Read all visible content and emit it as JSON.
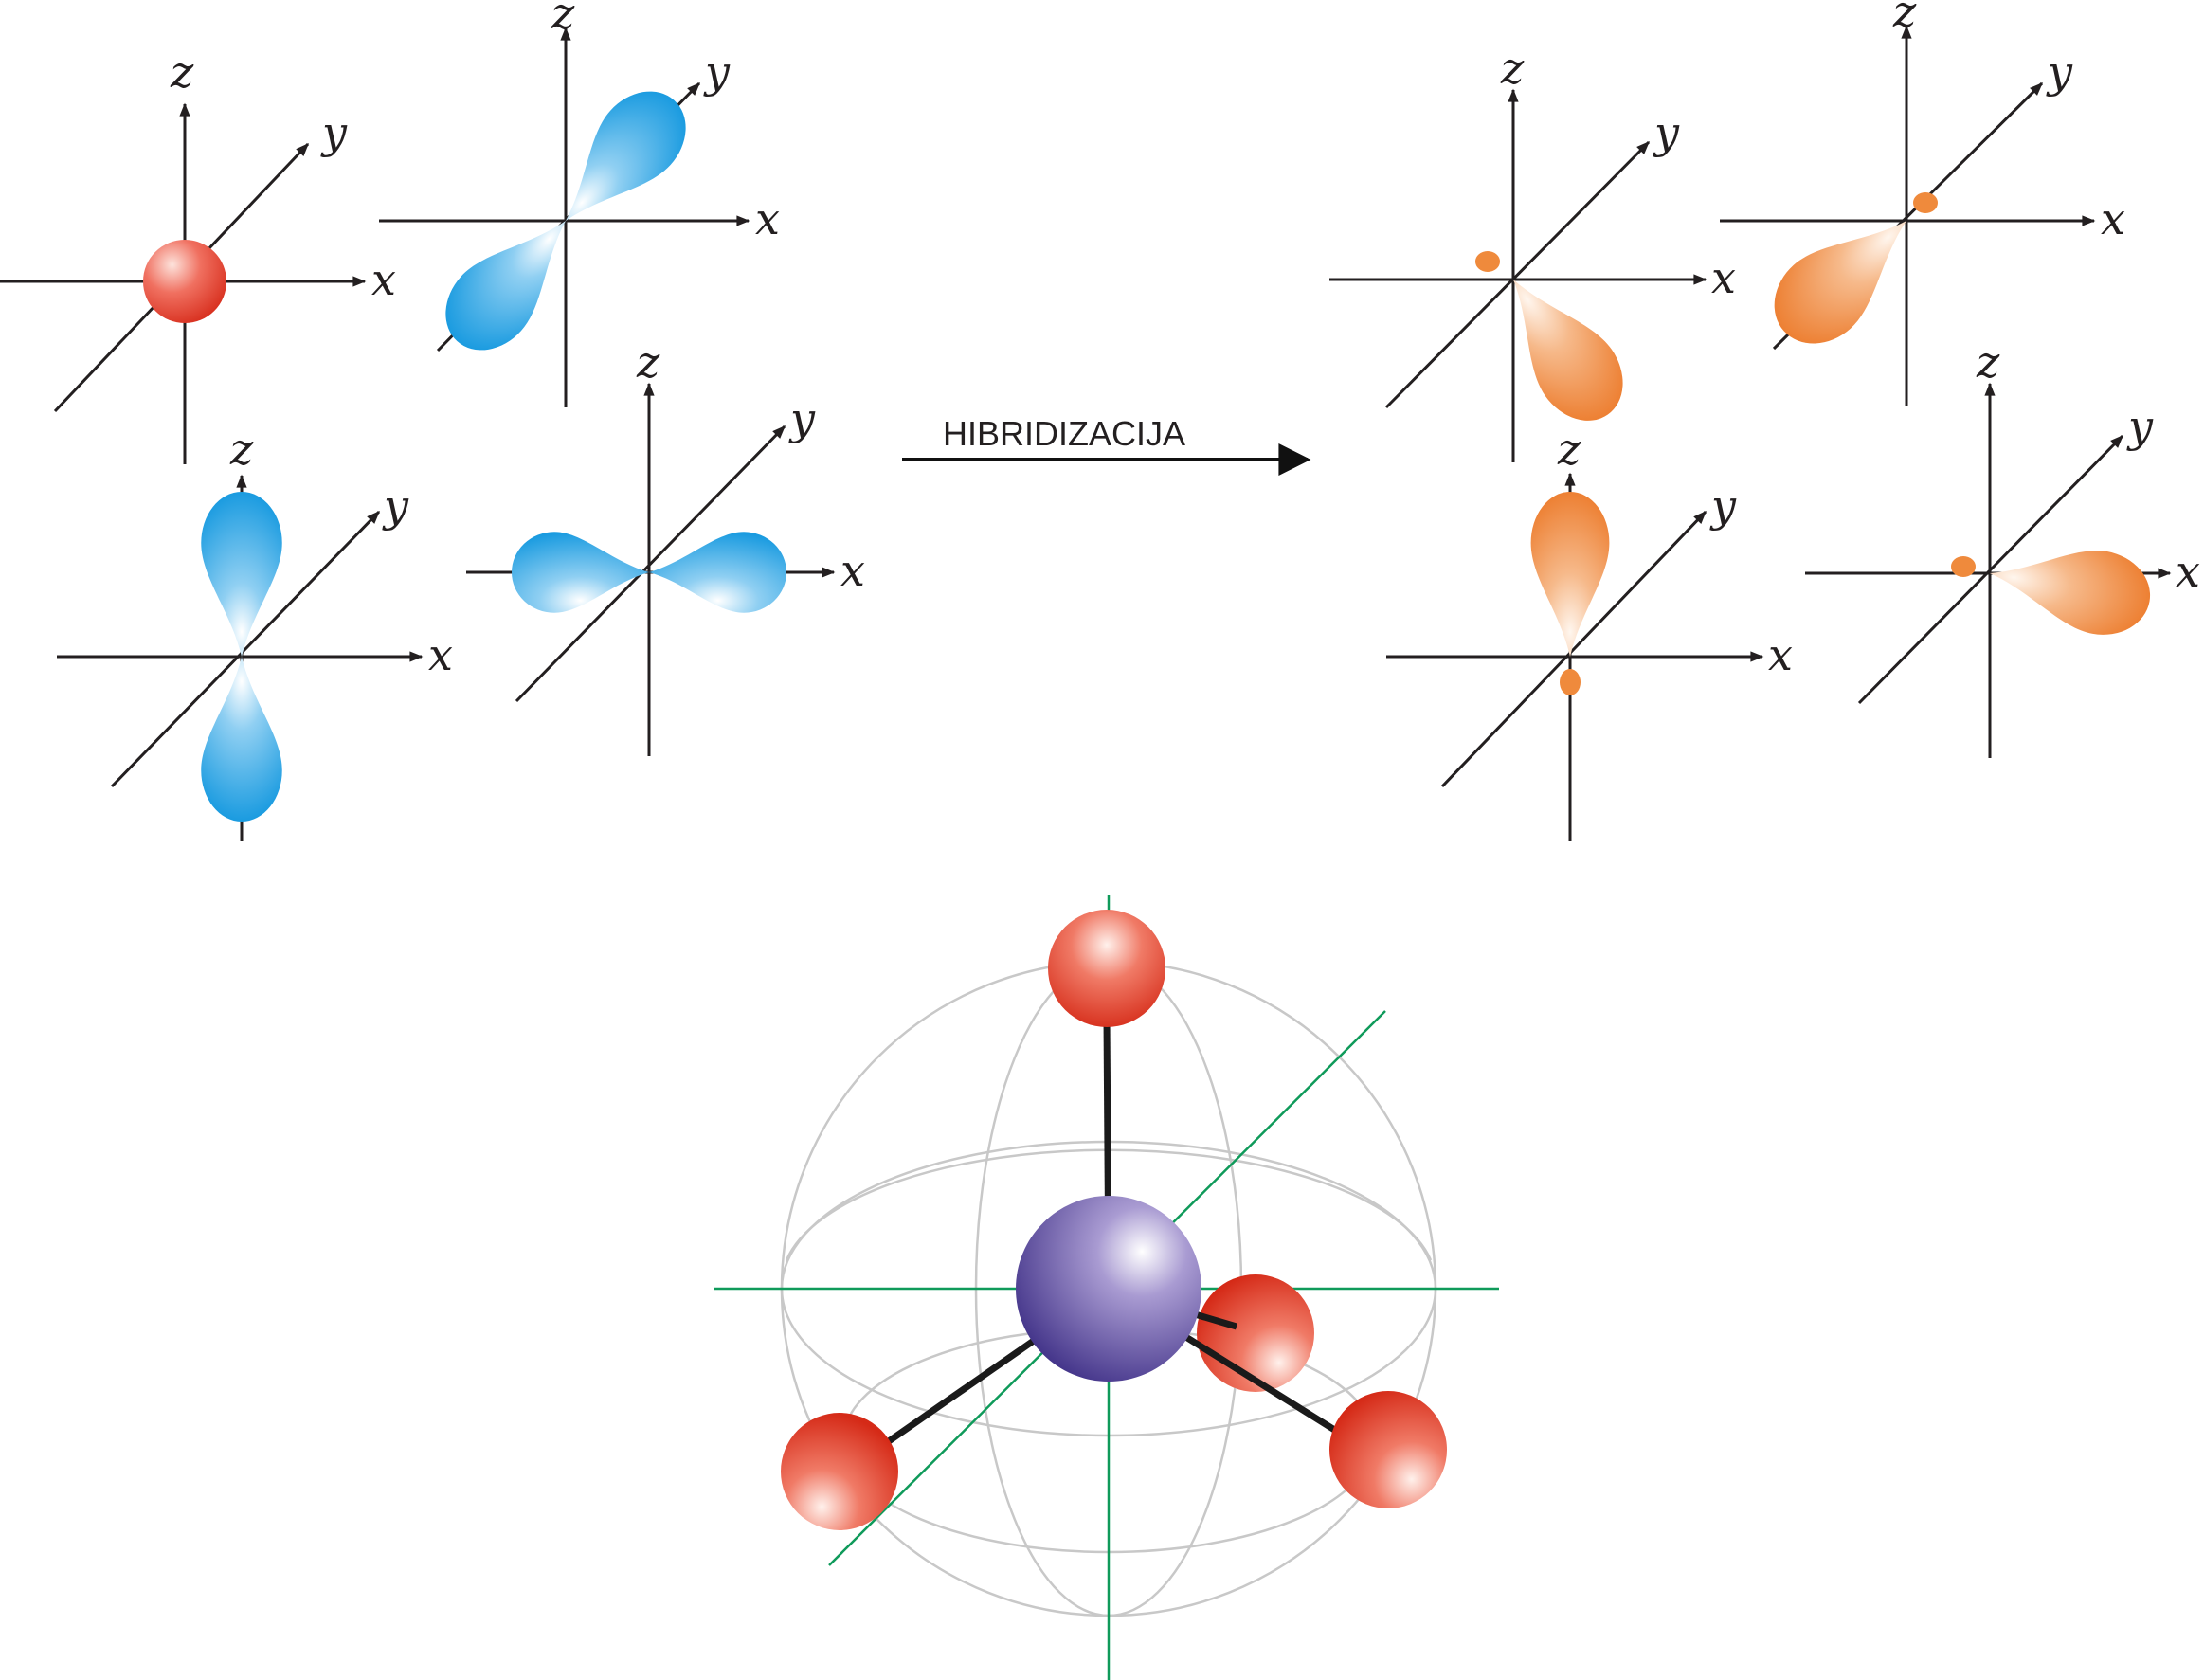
{
  "axis_labels": {
    "x": "x",
    "y": "y",
    "z": "z"
  },
  "arrow": {
    "label": "HIBRIDIZACIJA"
  },
  "colors": {
    "s_orbital": "#e23a2a",
    "p_orbital": "#1a9be0",
    "sp3_orbital": "#ef8a3c",
    "central_atom": "#5a4a9c",
    "substituent_atom": "#e23a2a",
    "axis": "#231f20",
    "guide_lines": "#0f9a5a",
    "sphere_grid": "#c8c8c8"
  },
  "orbitals_before": [
    {
      "type": "s"
    },
    {
      "type": "p",
      "orientation": "y"
    },
    {
      "type": "p",
      "orientation": "z"
    },
    {
      "type": "p",
      "orientation": "x"
    }
  ],
  "orbitals_after": [
    {
      "type": "sp3"
    },
    {
      "type": "sp3"
    },
    {
      "type": "sp3"
    },
    {
      "type": "sp3"
    }
  ]
}
